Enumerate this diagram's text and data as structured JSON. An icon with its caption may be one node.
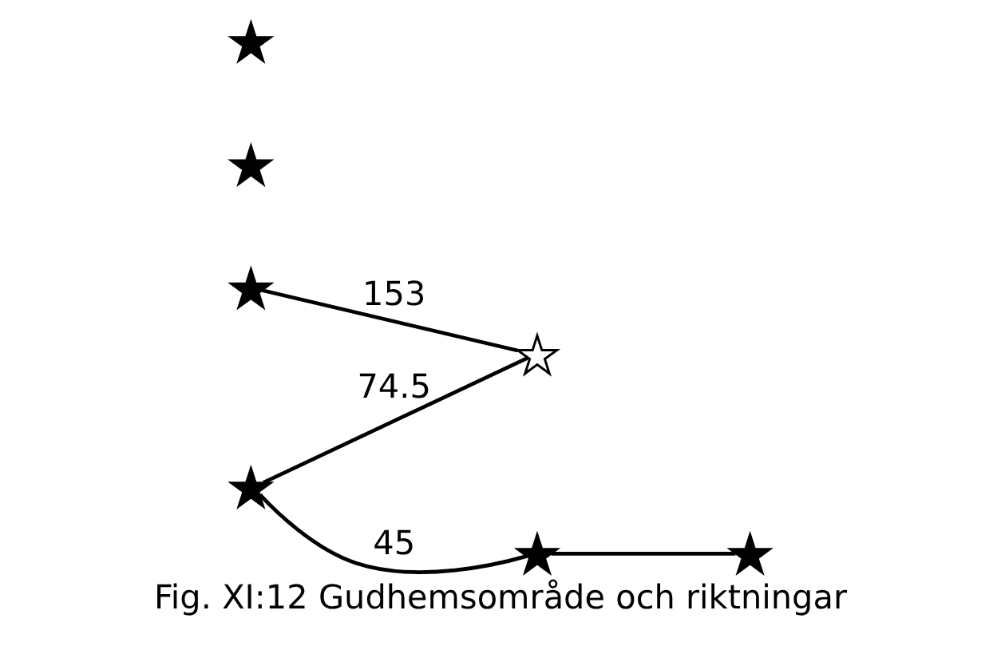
{
  "diagram": {
    "caption": "Fig. XI:12 Gudhemsområde och riktningar",
    "nodes": [
      {
        "text": [],
        "shape": "star"
      },
      {
        "text": [],
        "shape": "star"
      },
      {
        "text": [],
        "shape": "star"
      },
      {
        "text": [],
        "shape": "star"
      },
      {
        "text": [],
        "shape": "star"
      },
      {
        "text": [],
        "shape": "star"
      },
      {
        "text": [],
        "shape": "star"
      }
    ],
    "edges": [
      {
        "from": 0,
        "to": 4,
        "arrow": "none",
        "label": "153"
      },
      {
        "from": 6,
        "to": 3,
        "arrow": "none",
        "label": "45"
      },
      {
        "from": 3,
        "to": 1,
        "arrow": "none"
      },
      {
        "from": 6,
        "to": 4,
        "arrow": "none",
        "label": "74.5"
      }
    ]
  }
}
